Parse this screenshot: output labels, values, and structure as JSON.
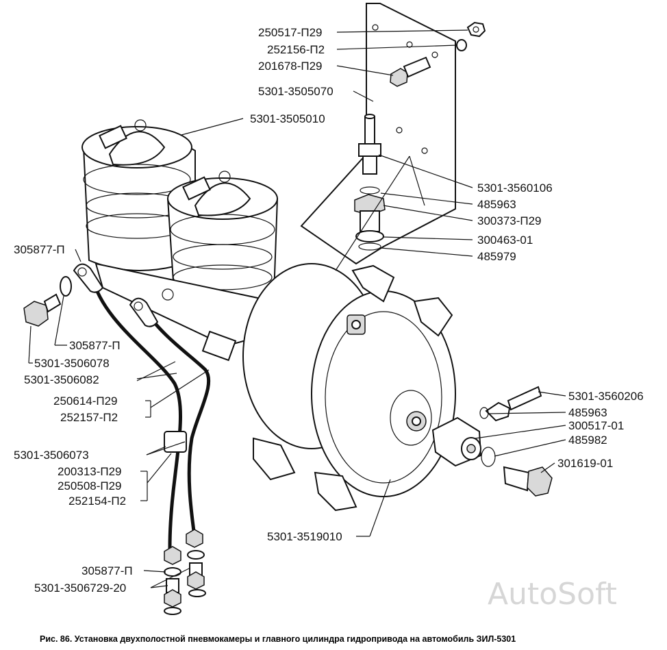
{
  "labels": {
    "p250517_p29": "250517-П29",
    "p252156_p2": "252156-П2",
    "p201678_p29": "201678-П29",
    "p5301_3505070": "5301-3505070",
    "p5301_3505010": "5301-3505010",
    "p5301_3560106": "5301-3560106",
    "p485963_a": "485963",
    "p300373_p29": "300373-П29",
    "p300463_01": "300463-01",
    "p485979": "485979",
    "p305877_p_a": "305877-П",
    "p305877_p_b": "305877-П",
    "p5301_3506078": "5301-3506078",
    "p5301_3506082": "5301-3506082",
    "p250614_p29": "250614-П29",
    "p252157_p2": "252157-П2",
    "p5301_3506073": "5301-3506073",
    "p200313_p29": "200313-П29",
    "p250508_p29": "250508-П29",
    "p252154_p2": "252154-П2",
    "p5301_3560206": "5301-3560206",
    "p485963_b": "485963",
    "p300517_01": "300517-01",
    "p485982": "485982",
    "p301619_01": "301619-01",
    "p5301_3519010": "5301-3519010",
    "p305877_p_c": "305877-П",
    "p5301_3506729_20": "5301-3506729-20"
  },
  "watermark": "AutoSoft",
  "caption": "Рис. 86. Установка двухполостной пневмокамеры и главного цилиндра гидропривода на автомобиль ЗИЛ-5301"
}
